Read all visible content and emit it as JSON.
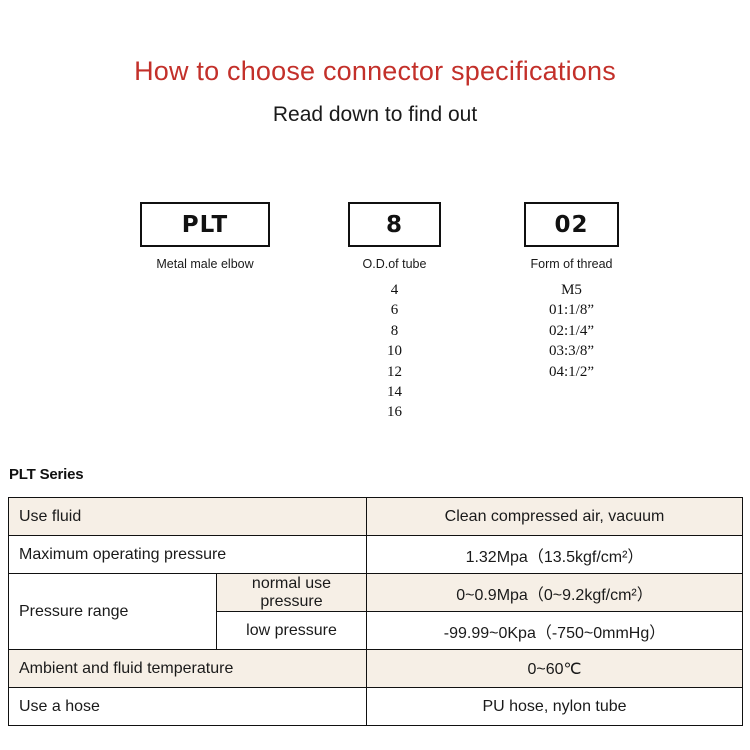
{
  "header": {
    "title": "How to choose connector specifications",
    "subtitle": "Read down to find out"
  },
  "colors": {
    "title_red": "#c3302a",
    "table_shade": "#f6efe6",
    "border": "#111111",
    "text": "#1a1a1a"
  },
  "code_builder": [
    {
      "value": "PLT",
      "caption": "Metal male elbow",
      "options": []
    },
    {
      "value": "8",
      "caption": "O.D.of tube",
      "options": [
        "4",
        "6",
        "8",
        "10",
        "12",
        "14",
        "16"
      ]
    },
    {
      "value": "02",
      "caption": "Form of thread",
      "options": [
        "M5",
        "01:1/8”",
        "02:1/4”",
        "03:3/8”",
        "04:1/2”"
      ]
    }
  ],
  "spec_table": {
    "heading": "PLT Series",
    "rows": [
      {
        "label": "Use fluid",
        "value": "Clean compressed air, vacuum"
      },
      {
        "label": "Maximum operating pressure",
        "value": "1.32Mpa（13.5kgf/cm²）"
      },
      {
        "label": "Pressure range",
        "sub_rows": [
          {
            "sub_label": "normal use pressure",
            "value": "0~0.9Mpa（0~9.2kgf/cm²）"
          },
          {
            "sub_label": "low pressure",
            "value": "-99.99~0Kpa（-750~0mmHg）"
          }
        ]
      },
      {
        "label": "Ambient and fluid temperature",
        "value": "0~60℃"
      },
      {
        "label": "Use a hose",
        "value": "PU hose, nylon tube"
      }
    ]
  }
}
